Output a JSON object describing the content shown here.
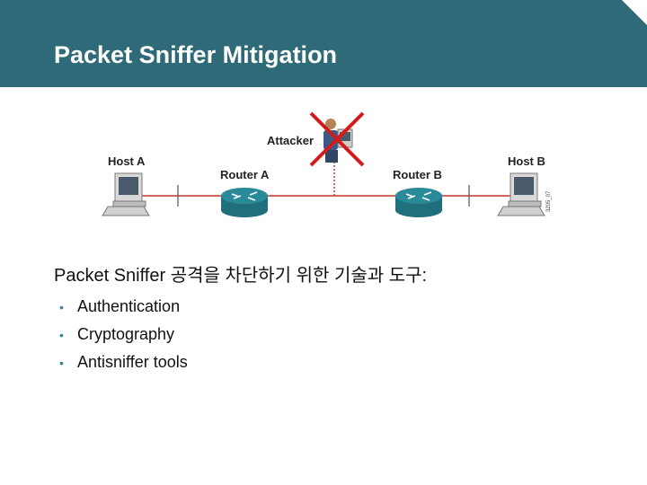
{
  "slide": {
    "title": "Packet Sniffer Mitigation"
  },
  "diagram": {
    "host_a": "Host A",
    "host_b": "Host B",
    "router_a": "Router A",
    "router_b": "Router B",
    "attacker": "Attacker",
    "figure_code": "3205_07",
    "colors": {
      "link": "#c0392b",
      "router": "#2b8a99",
      "cross": "#d01c1c"
    }
  },
  "content": {
    "intro": "Packet Sniffer 공격을 차단하기 위한 기술과 도구:",
    "bullets": [
      "Authentication",
      "Cryptography",
      "Antisniffer tools"
    ]
  },
  "colors": {
    "header_bg": "#2e6a78",
    "bullet": "#3b8493"
  }
}
